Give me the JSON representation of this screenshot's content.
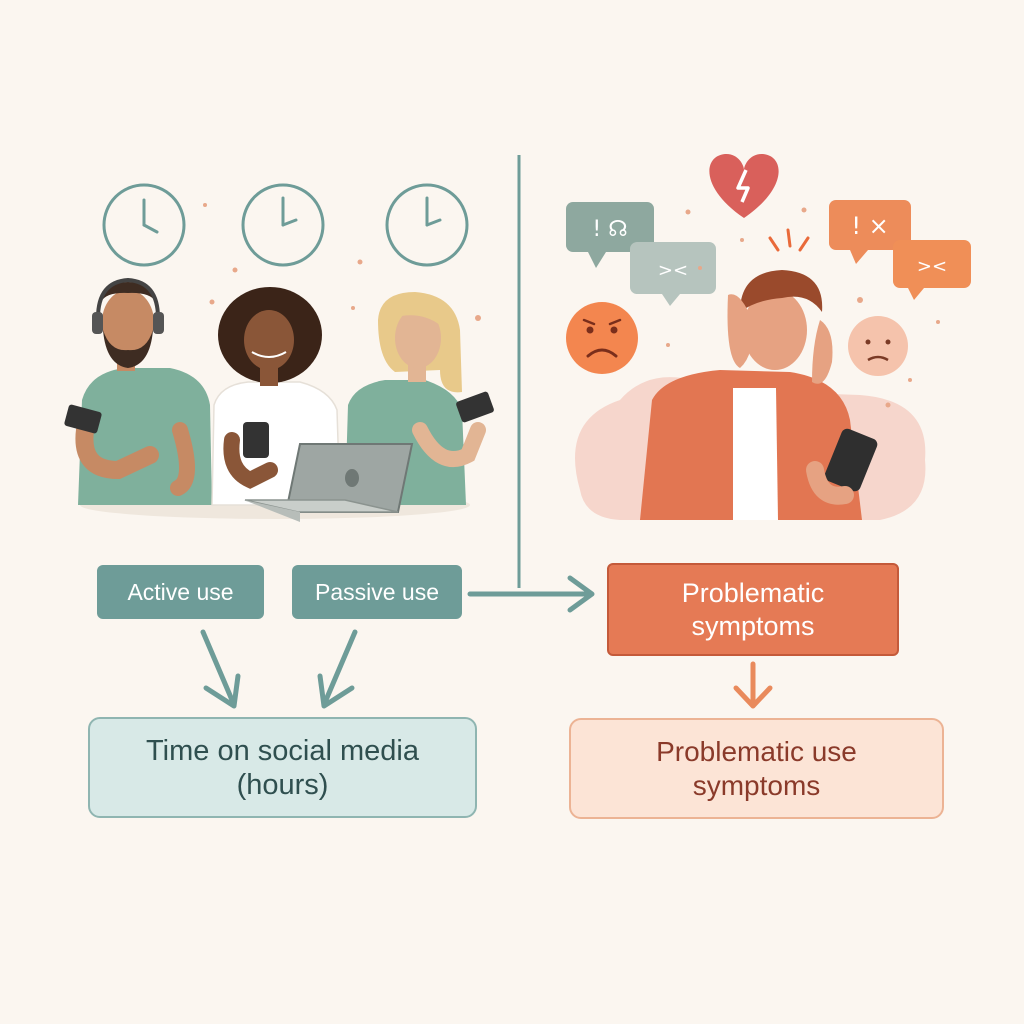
{
  "nodes": {
    "active_use": "Active use",
    "passive_use": "Passive use",
    "time_on_social_media": "Time on social media (hours)",
    "problematic_symptoms": "Problematic symptoms",
    "problematic_use_symptoms": "Problematic use symptoms"
  },
  "colors": {
    "background": "#fbf6f0",
    "teal": "#6e9c98",
    "teal_light": "#d8e9e7",
    "orange": "#e57a55",
    "peach": "#fce4d6"
  },
  "icons": [
    "clock-icon",
    "person-icon",
    "laptop-icon",
    "phone-icon",
    "heart-icon",
    "speech-bubble-icon",
    "sad-face-icon",
    "arrow-icon"
  ]
}
